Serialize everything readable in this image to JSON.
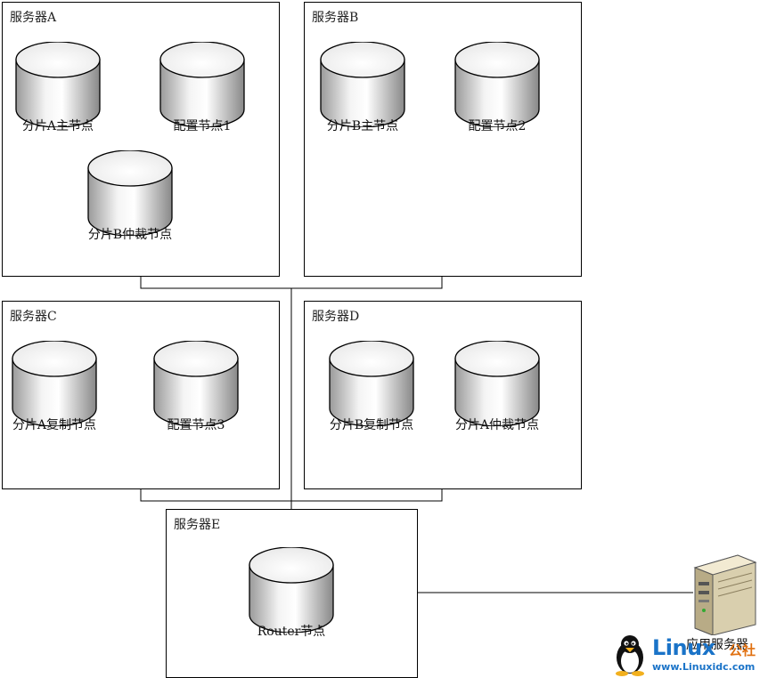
{
  "servers": [
    {
      "id": "A",
      "title": "服务器A",
      "nodes": [
        {
          "label": "分片A主节点"
        },
        {
          "label": "配置节点1"
        },
        {
          "label": "分片B仲裁节点"
        }
      ]
    },
    {
      "id": "B",
      "title": "服务器B",
      "nodes": [
        {
          "label": "分片B主节点"
        },
        {
          "label": "配置节点2"
        }
      ]
    },
    {
      "id": "C",
      "title": "服务器C",
      "nodes": [
        {
          "label": "分片A复制节点"
        },
        {
          "label": "配置节点3"
        }
      ]
    },
    {
      "id": "D",
      "title": "服务器D",
      "nodes": [
        {
          "label": "分片B复制节点"
        },
        {
          "label": "分片A仲裁节点"
        }
      ]
    },
    {
      "id": "E",
      "title": "服务器E",
      "nodes": [
        {
          "label": "Router节点"
        }
      ]
    }
  ],
  "app_server": {
    "label": "应用服务器",
    "icon": "server-tower-icon"
  },
  "watermark": {
    "brand": "Linux",
    "brand_sub": "公社",
    "url": "www.Linuxidc.com",
    "icon": "penguin-icon"
  },
  "colors": {
    "border": "#000000",
    "cylinder_light": "#ffffff",
    "cylinder_dark": "#8a8a8a",
    "brand_blue": "#1a73c8",
    "brand_orange": "#e07010"
  }
}
